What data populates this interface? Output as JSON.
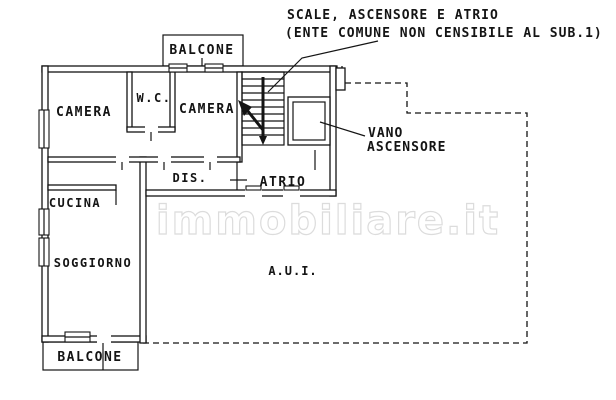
{
  "annotation": {
    "line1": "SCALE, ASCENSORE E ATRIO",
    "line2": "(ENTE COMUNE NON CENSIBILE AL SUB.1)"
  },
  "labels": {
    "balcone_top": "BALCONE",
    "camera_left": "CAMERA",
    "wc": "W.C.",
    "camera_right": "CAMERA",
    "vano_line1": "VANO",
    "vano_line2": "ASCENSORE",
    "dis": "DIS.",
    "atrio": "ATRIO",
    "cucina": "CUCINA",
    "soggiorno": "SOGGIORNO",
    "aui": "A.U.I.",
    "balcone_bottom": "BALCONE"
  },
  "watermark": "immobiliare.it",
  "colors": {
    "line": "#141414",
    "background": "#ffffff",
    "watermark": "#dcdcdc"
  }
}
